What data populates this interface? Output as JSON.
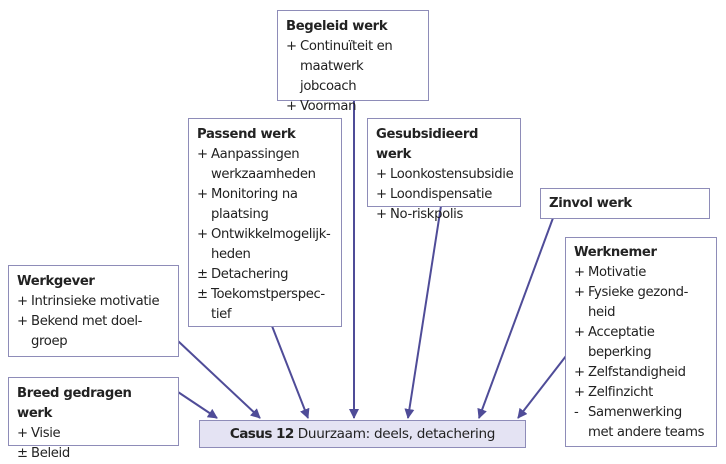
{
  "accent_color": "#4f4c98",
  "center": {
    "lead": "Casus 12",
    "text": "Duurzaam: deels, detachering"
  },
  "boxes": {
    "begeleid": {
      "title": "Begeleid werk",
      "items": [
        {
          "mark": "+",
          "text": "Continuïteit en maatwerk jobcoach"
        },
        {
          "mark": "+",
          "text": "Voorman"
        }
      ]
    },
    "passend": {
      "title": "Passend werk",
      "items": [
        {
          "mark": "+",
          "text": "Aanpassingen werkzaamheden"
        },
        {
          "mark": "+",
          "text": "Monitoring na plaatsing"
        },
        {
          "mark": "+",
          "text": "Ontwikkelmogelijk-heden"
        },
        {
          "mark": "±",
          "text": "Detachering"
        },
        {
          "mark": "±",
          "text": "Toekomstperspec-tief"
        }
      ]
    },
    "gesubsidieerd": {
      "title": "Gesubsidieerd werk",
      "items": [
        {
          "mark": "+",
          "text": "Loonkostensubsidie"
        },
        {
          "mark": "+",
          "text": "Loondispensatie"
        },
        {
          "mark": "+",
          "text": "No-riskpolis"
        }
      ]
    },
    "zinvol": {
      "title": "Zinvol werk",
      "items": []
    },
    "werknemer": {
      "title": "Werknemer",
      "items": [
        {
          "mark": "+",
          "text": "Motivatie"
        },
        {
          "mark": "+",
          "text": "Fysieke gezond-heid"
        },
        {
          "mark": "+",
          "text": "Acceptatie beperking"
        },
        {
          "mark": "+",
          "text": "Zelfstandigheid"
        },
        {
          "mark": "+",
          "text": "Zelfinzicht"
        },
        {
          "mark": "-",
          "text": "Samenwerking met andere teams"
        }
      ]
    },
    "werkgever": {
      "title": "Werkgever",
      "items": [
        {
          "mark": "+",
          "text": "Intrinsieke motivatie"
        },
        {
          "mark": "+",
          "text": "Bekend met doel-groep"
        }
      ]
    },
    "breed": {
      "title": "Breed gedragen werk",
      "items": [
        {
          "mark": "+",
          "text": "Visie"
        },
        {
          "mark": "±",
          "text": "Beleid"
        }
      ]
    }
  }
}
